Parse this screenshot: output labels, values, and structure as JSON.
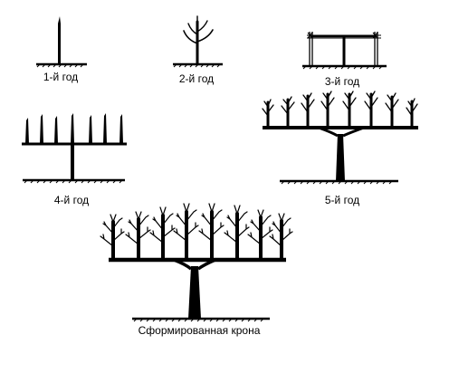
{
  "colors": {
    "ink": "#000000",
    "background": "#ffffff"
  },
  "stages": [
    {
      "id": "year-1",
      "label": "1-й год"
    },
    {
      "id": "year-2",
      "label": "2-й год"
    },
    {
      "id": "year-3",
      "label": "3-й год"
    },
    {
      "id": "year-4",
      "label": "4-й год"
    },
    {
      "id": "year-5",
      "label": "5-й год"
    },
    {
      "id": "formed",
      "label": "Сформированная крона"
    }
  ]
}
